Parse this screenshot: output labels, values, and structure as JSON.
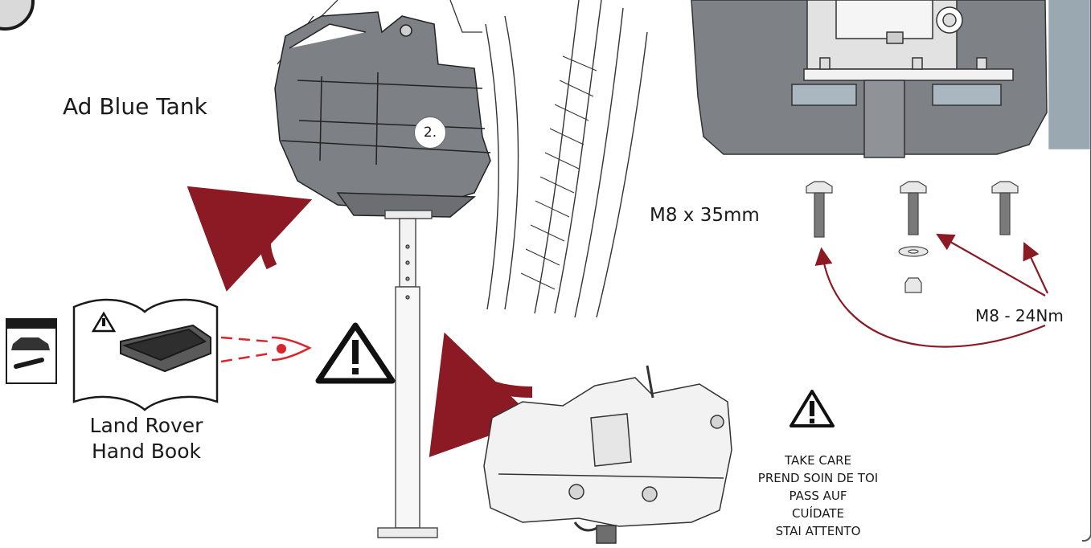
{
  "labels": {
    "tank_title": "Ad Blue Tank",
    "callout_step": "2.",
    "bolt_size": "M8 x 35mm",
    "torque": "M8 - 24Nm",
    "handbook_line1": "Land Rover",
    "handbook_line2": "Hand Book"
  },
  "care_text": [
    "TAKE CARE",
    "PREND SOIN DE TOI",
    "PASS AUF",
    "CUÍDATE",
    "STAI ATTENTO"
  ],
  "icons": {
    "warning": "warning-triangle-icon",
    "eye": "eye-icon",
    "car": "car-icon",
    "wrench": "wrench-icon"
  },
  "colors": {
    "arrow": "#8b1a24",
    "sight_line": "#d9262c",
    "tank_top": "#7d8084",
    "tank_bottom": "#efefef",
    "bracket": "#9aa8b2",
    "line": "#1a1a1a"
  }
}
